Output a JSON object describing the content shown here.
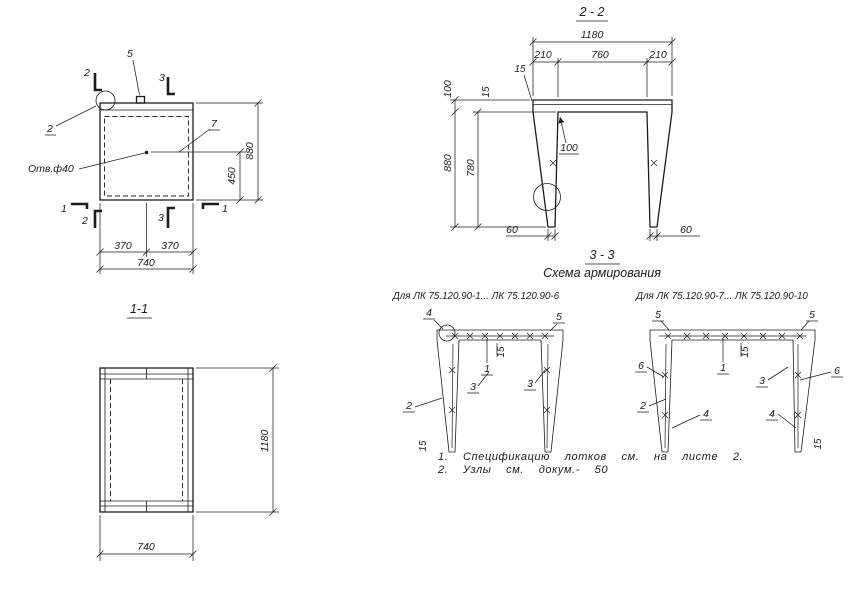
{
  "sheet": {
    "background": "#ffffff",
    "ink": "#1c1c1c"
  },
  "plan": {
    "callout_5": "5",
    "callout_2_top": "2",
    "callout_3_top": "3",
    "callout_2_left": "2",
    "callout_7": "7",
    "callout_1_left": "1",
    "callout_2_bottom": "2",
    "callout_3_bottom": "3",
    "callout_1_right": "1",
    "hole_label": "Отв.ф40",
    "dim_450": "450",
    "dim_880": "880",
    "dim_370_left": "370",
    "dim_370_right": "370",
    "dim_740": "740"
  },
  "section_2_2": {
    "title": "2 - 2",
    "dim_1180": "1180",
    "dim_210_left": "210",
    "dim_760": "760",
    "dim_210_right": "210",
    "dim_15_top": "15",
    "dim_15_left": "15",
    "dim_100_left": "100",
    "dim_880": "880",
    "dim_780": "780",
    "dim_100_inner": "100",
    "dim_60_left": "60",
    "dim_60_right": "60"
  },
  "section_1_1": {
    "title": "1-1",
    "dim_1180": "1180",
    "dim_740": "740"
  },
  "section_3_3": {
    "title": "3 - 3",
    "subtitle": "Схема армирования",
    "left_scheme": {
      "caption": "Для ЛК 75.120.90-1... ЛК 75.120.90-6",
      "callout_4": "4",
      "callout_5": "5",
      "callout_1": "1",
      "callout_3_left": "3",
      "callout_3_right": "3",
      "callout_2": "2",
      "dim_15_top": "15",
      "dim_15_bottom": "15"
    },
    "right_scheme": {
      "caption": "Для ЛК 75.120.90-7... ЛК 75.120.90-10",
      "callout_5_left": "5",
      "callout_5_right": "5",
      "callout_6_left": "6",
      "callout_6_right": "6",
      "callout_1": "1",
      "callout_3": "3",
      "callout_2": "2",
      "callout_4_left": "4",
      "callout_4_right": "4",
      "dim_15_top": "15",
      "dim_15_bottom": "15"
    },
    "notes": {
      "note_1": "1. Спецификацию лотков см. на листе 2.",
      "note_2": "2. Узлы см. докум.- 50"
    }
  }
}
